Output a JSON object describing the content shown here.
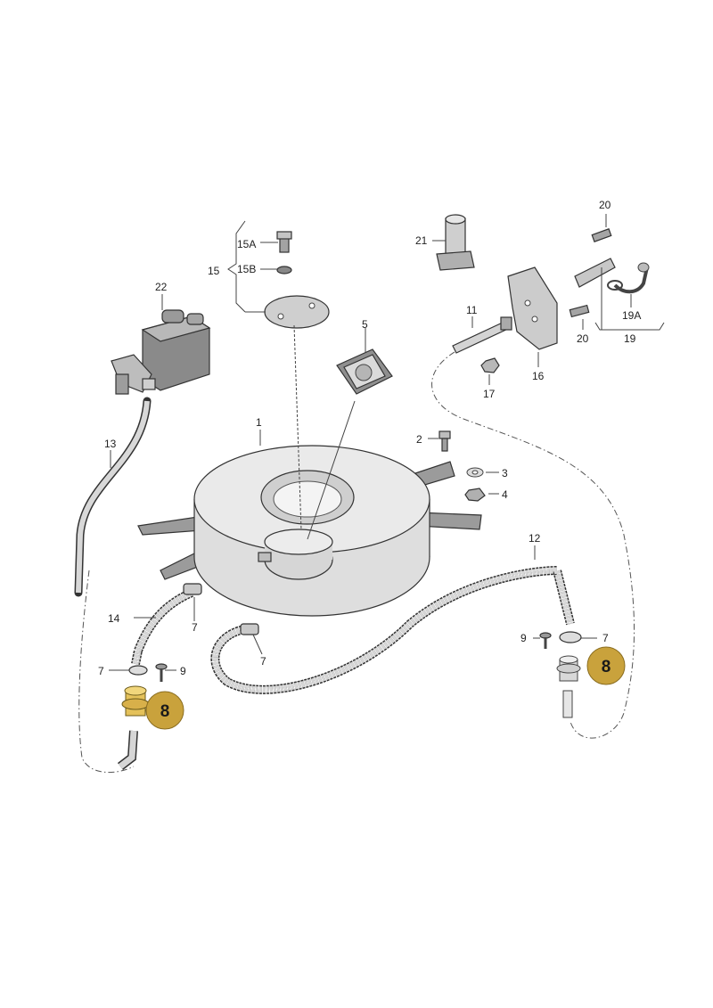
{
  "callouts": {
    "c1": "1",
    "c2": "2",
    "c3": "3",
    "c4": "4",
    "c5": "5",
    "c7a": "7",
    "c7b": "7",
    "c7c": "7",
    "c7d": "7",
    "c9a": "9",
    "c9b": "9",
    "c11": "11",
    "c12": "12",
    "c13": "13",
    "c14": "14",
    "c15": "15",
    "c15a": "15A",
    "c15b": "15B",
    "c16": "16",
    "c17": "17",
    "c19": "19",
    "c19a": "19A",
    "c20a": "20",
    "c20b": "20",
    "c21": "21",
    "c22": "22"
  },
  "highlights": {
    "left": "8",
    "right": "8"
  },
  "colors": {
    "highlight_fill": "#c9a23c",
    "part_fill": "#e6e6e6",
    "part_dark": "#9a9a9a"
  }
}
